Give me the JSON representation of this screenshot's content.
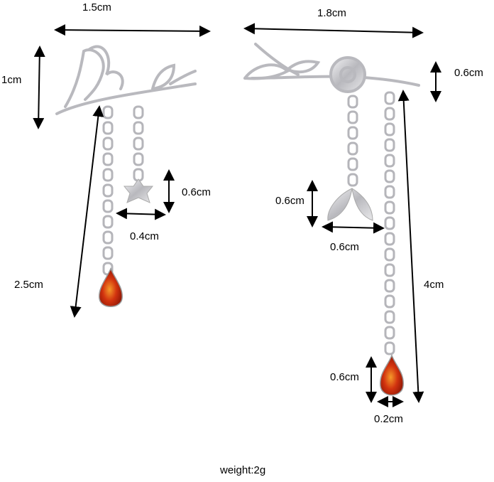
{
  "left_earring": {
    "width_label": "1.5cm",
    "height_label": "1cm",
    "pendant_height_label": "0.6cm",
    "pendant_width_label": "0.4cm",
    "chain_length_label": "2.5cm"
  },
  "right_earring": {
    "width_label": "1.8cm",
    "height_label": "0.6cm",
    "leaf_height_label": "0.6cm",
    "leaf_width_label": "0.6cm",
    "chain_length_label": "4cm",
    "stone_height_label": "0.6cm",
    "stone_width_label": "0.2cm"
  },
  "weight_label": "weight:2g",
  "colors": {
    "silver": "#c8c8cc",
    "stone": "#d2330f",
    "arrow": "#000000"
  }
}
